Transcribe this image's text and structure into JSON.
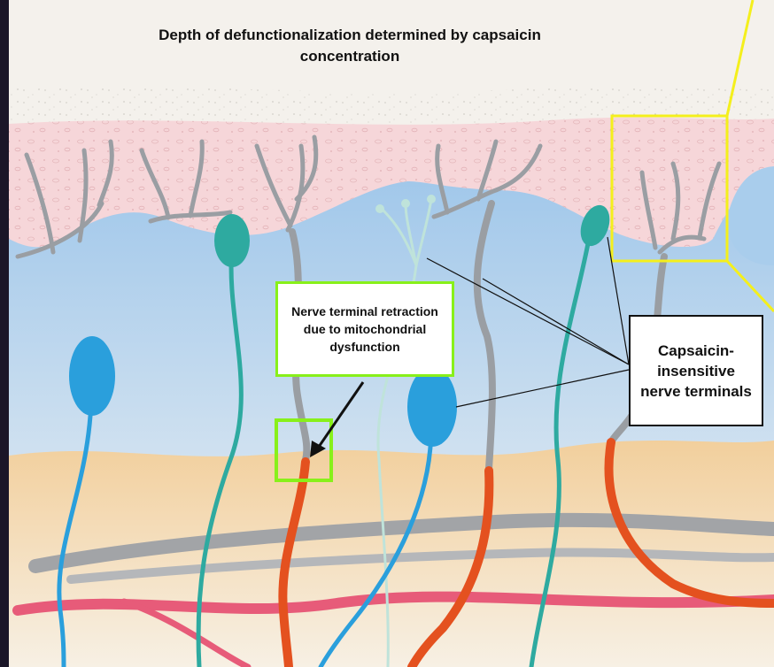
{
  "diagram": {
    "title": "Depth of defunctionalization determined by capsaicin concentration",
    "callout_retraction": "Nerve terminal retraction due to mitochondrial dysfunction",
    "callout_insensitive": "Capsaicin-insensitive nerve terminals"
  },
  "colors": {
    "background_frame": "#1b1628",
    "stratum_corneum": "#f4f1ec",
    "epidermis": "#f6d6d9",
    "upper_dermis": "#a9cdec",
    "lower_dermis": "#f0cb96",
    "nerve_gray": "#9a9ea3",
    "nerve_teal": "#2eaaa0",
    "nerve_blue": "#2a9fdc",
    "nerve_red": "#e4511f",
    "nerve_pale": "#bfe3da",
    "vessel_pink": "#e75b79",
    "highlight_yellow": "#f4ef1c",
    "highlight_green": "#88f01a"
  }
}
